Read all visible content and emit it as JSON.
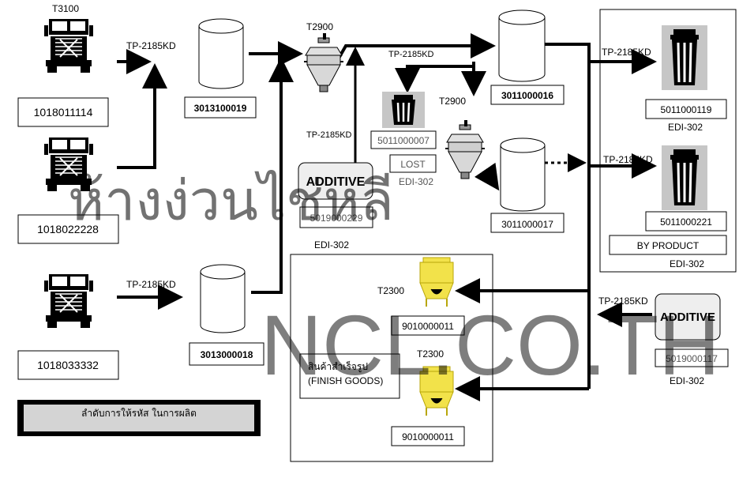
{
  "trucks": [
    {
      "top_label": "T3100",
      "code": "1018011114"
    },
    {
      "top_label": "",
      "code": "1018022228"
    },
    {
      "top_label": "",
      "code": "1018033332"
    }
  ],
  "flow_labels": {
    "tp_a": "TP-2185KD",
    "tp_b": "TP-2185KD",
    "tp_c": "TP-2185KD",
    "tp_d": "TP-2185KD",
    "tp_e": "TP-2185KD",
    "tp_f": "TP-2185KD",
    "tp_g": "TP-2185KD"
  },
  "tanks": {
    "t1": "3013100019",
    "t2": "3013000018",
    "t3": "3011000016",
    "t4": "3011000017"
  },
  "mixers": {
    "m1": "T2900",
    "m2": "T2900"
  },
  "bins": {
    "lost_code": "5011000007",
    "lost_label": "LOST",
    "lost_edi": "EDI-302",
    "out1_code": "5011000119",
    "out1_edi": "EDI-302",
    "out2_code": "5011000221",
    "out2_label": "BY PRODUCT",
    "out2_edi": "EDI-302"
  },
  "additives": {
    "a1_text": "ADDITIVE",
    "a1_code": "5019000229",
    "a1_edi": "EDI-302",
    "a2_text": "ADDITIVE",
    "a2_code": "5019000117",
    "a2_edi": "EDI-302"
  },
  "silos": {
    "s1_label": "T2300",
    "s1_code": "9010000011",
    "s2_label": "T2300",
    "s2_code": "9010000011",
    "finish_th": "สินค้าสำเร็จรูป",
    "finish_en": "(FINISH GOODS)"
  },
  "legend": "ลำดับการให้รหัส ในการผลิต",
  "watermark": {
    "line1": "ห้างง่วนไช่หลี",
    "line2": "NCL.CO.TH"
  },
  "colors": {
    "silo_fill": "#f2e24a",
    "silo_stroke": "#b8a60a",
    "bin_bg": "#c6c6c6",
    "additive_bg": "#eeeeee"
  }
}
